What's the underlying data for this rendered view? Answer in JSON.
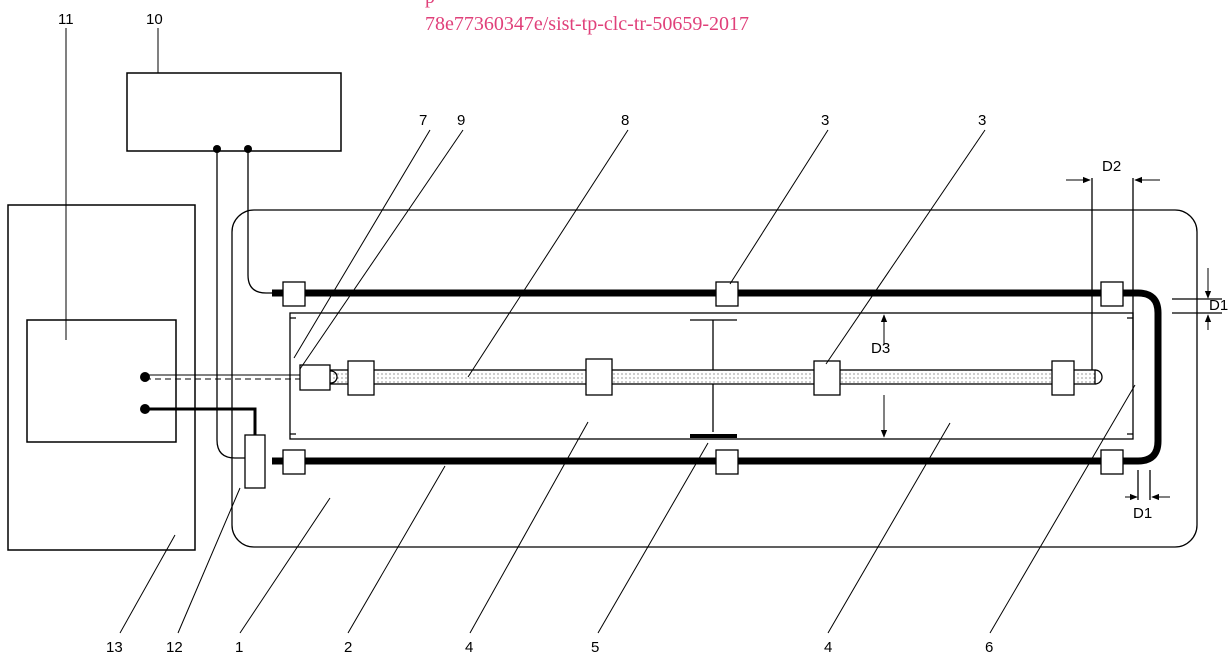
{
  "header": {
    "partial_line": "p",
    "reference_url": "78e77360347e/sist-tp-clc-tr-50659-2017"
  },
  "colors": {
    "header_text": "#e0407a",
    "line": "#000000",
    "background": "#ffffff"
  },
  "labels": {
    "l1": "1",
    "l2": "2",
    "l3a": "3",
    "l3b": "3",
    "l4a": "4",
    "l4b": "4",
    "l5": "5",
    "l6": "6",
    "l7": "7",
    "l8": "8",
    "l9": "9",
    "l10": "10",
    "l11": "11",
    "l12": "12",
    "l13": "13"
  },
  "dimensions": {
    "d1_top": "D1",
    "d1_bottom": "D1",
    "d2": "D2",
    "d3": "D3"
  }
}
